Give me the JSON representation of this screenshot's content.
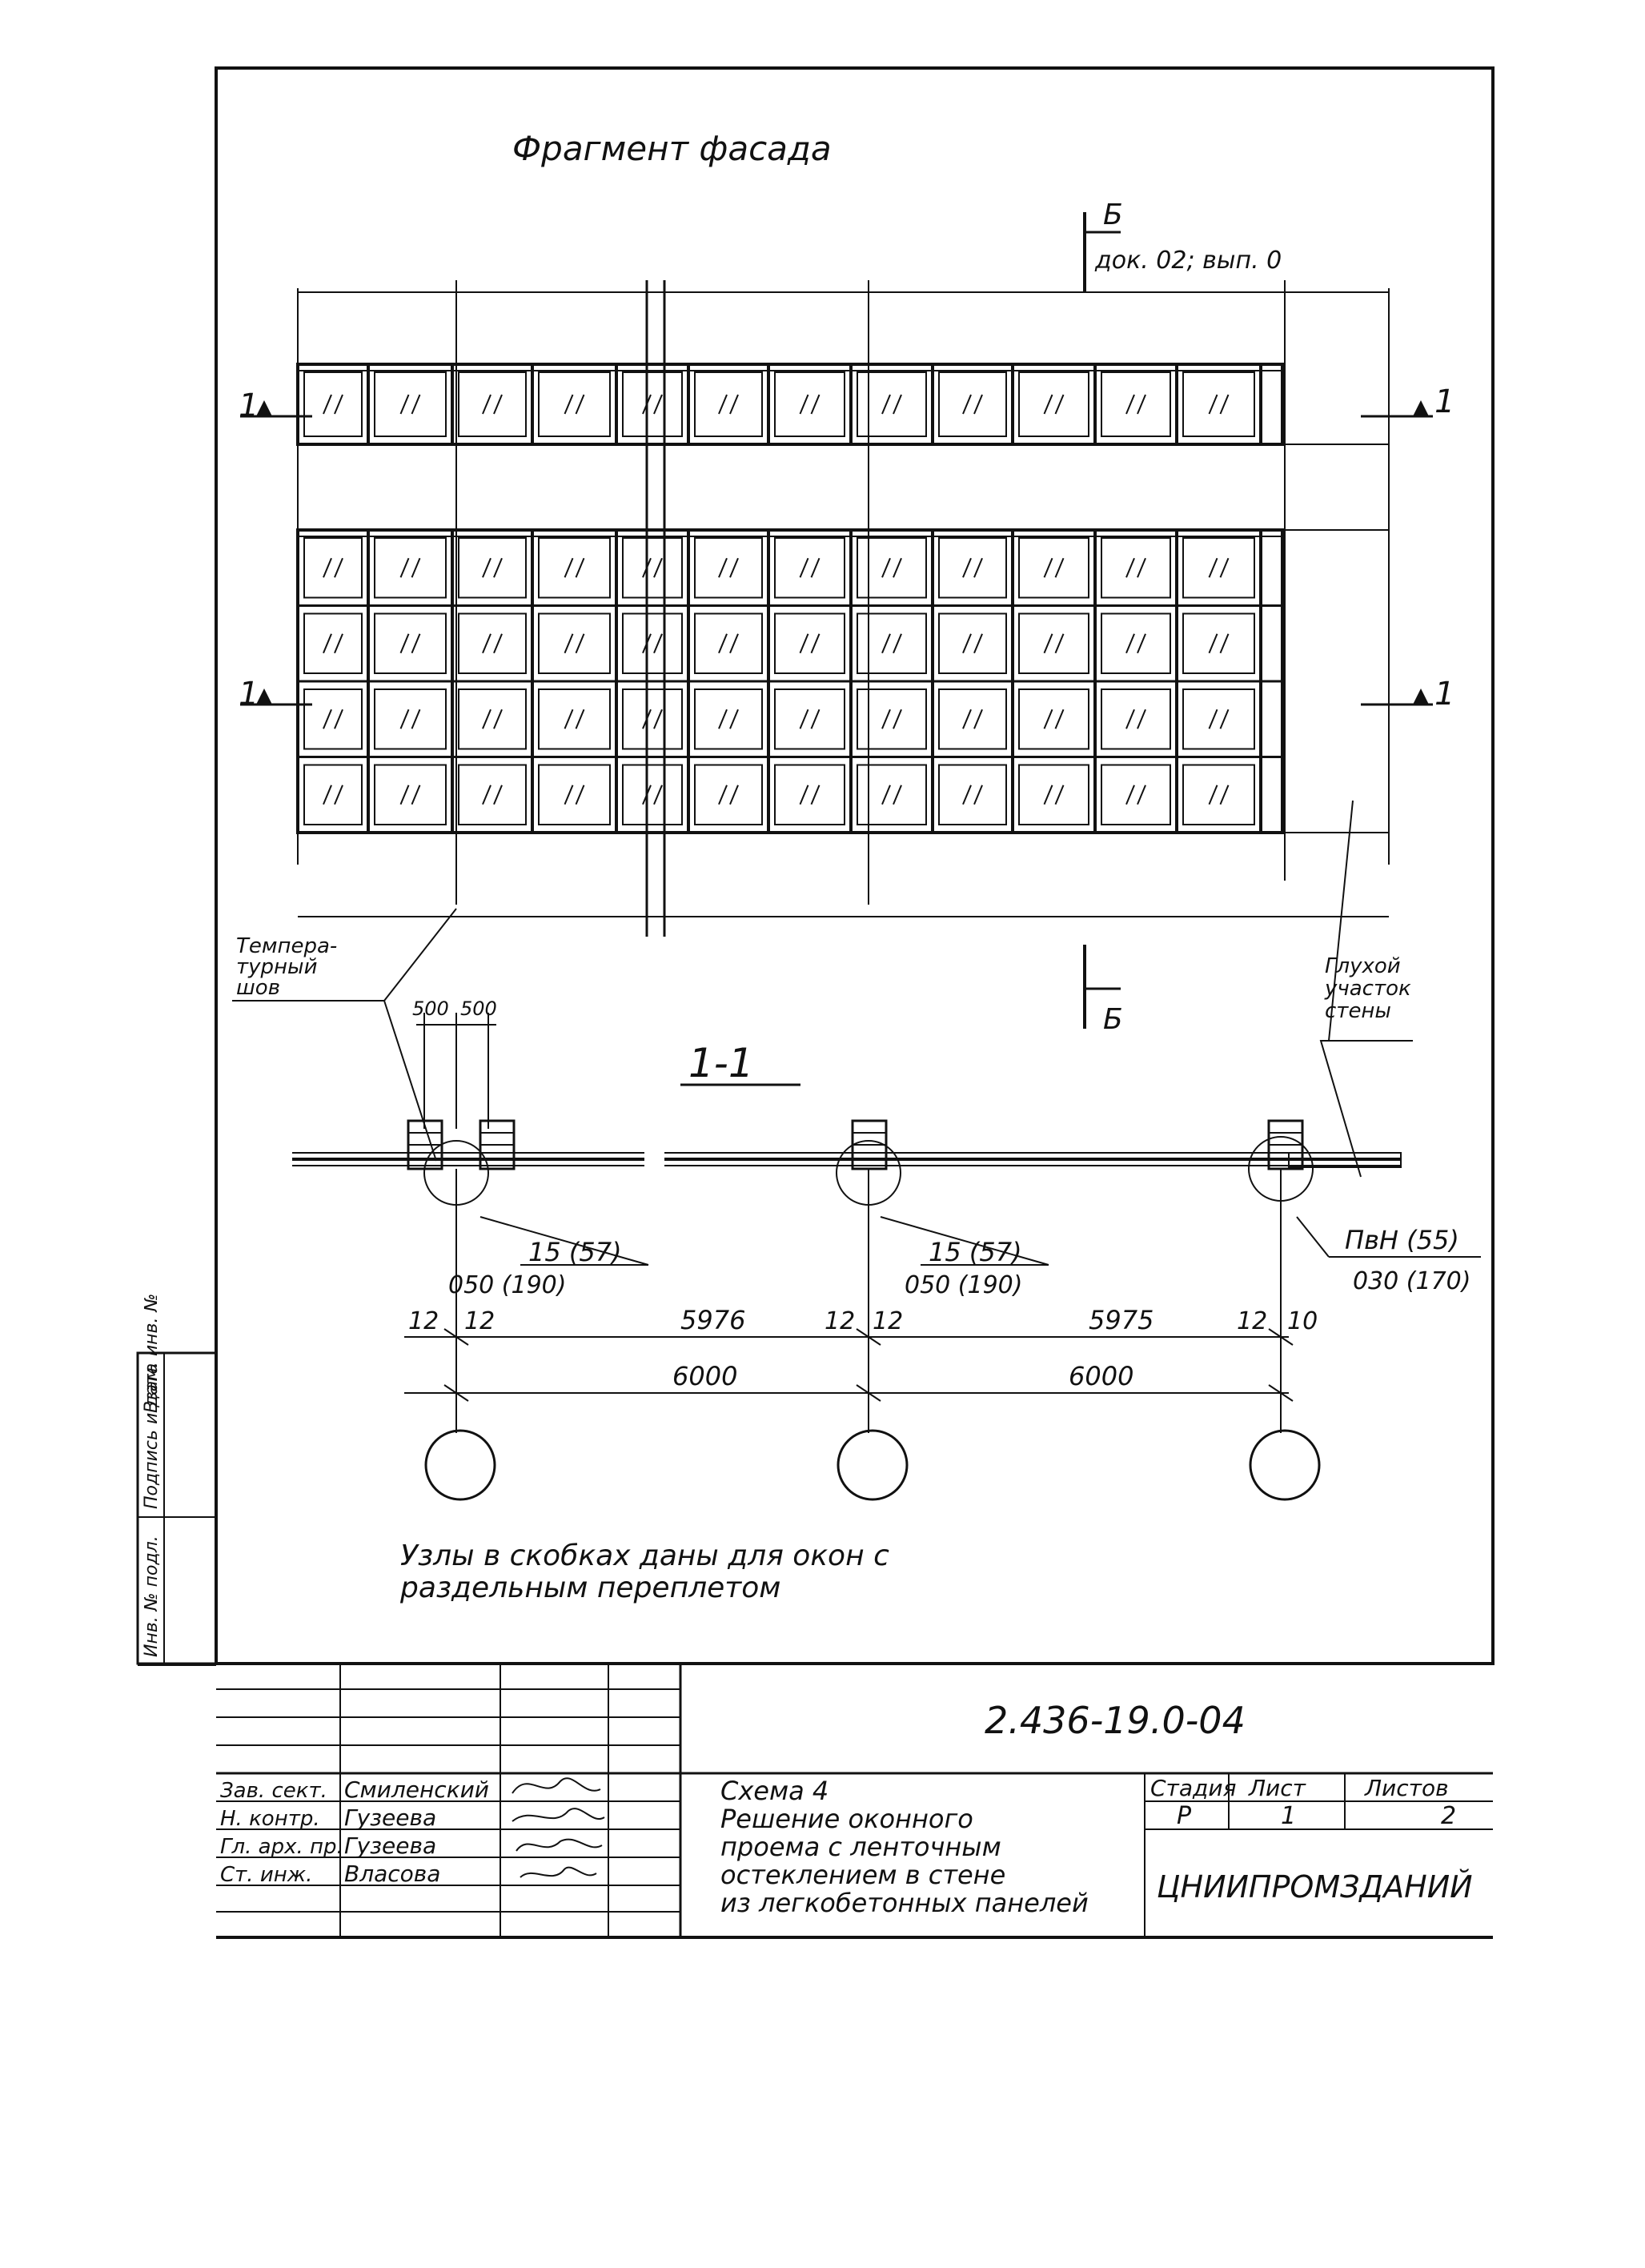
{
  "facade": {
    "title": "Фрагмент фасада",
    "section_b_label": "Б",
    "section_b_ref": "док. 02; вып. 0",
    "section_1_label": "1",
    "temp_joint_label": "Темпера-\nтурный\nшов",
    "blind_wall_label": "Глухой\nучасток\nстены"
  },
  "section": {
    "title": "1-1",
    "dim_top_1": "500",
    "dim_top_2": "500",
    "node_1_a": "15 (57)",
    "node_1_b": "050 (190)",
    "node_2_a": "15 (57)",
    "node_2_b": "050 (190)",
    "node_3_a": "ПвН (55)",
    "node_3_b": "030 (170)",
    "dims_row1": [
      "12",
      "12",
      "5976",
      "12",
      "12",
      "5975",
      "12",
      "10"
    ],
    "dims_row2": [
      "6000",
      "6000"
    ]
  },
  "note": "Узлы в скобках даны для окон с\nраздельным переплетом",
  "stamp": {
    "doc_code": "2.436-19.0-04",
    "roles": [
      "Зав. сект.",
      "Н. контр.",
      "Гл. арх. пр.",
      "Ст. инж."
    ],
    "names": [
      "Смиленский",
      "Гузеева",
      "Гузеева",
      "Власова"
    ],
    "desc": "Схема 4\nРешение оконного\nпроема с ленточным\nостеклением в стене\nиз легкобетонных панелей",
    "stage_header": "Стадия",
    "sheet_header": "Лист",
    "sheets_header": "Листов",
    "stage": "Р",
    "sheet": "1",
    "sheets": "2",
    "org": "ЦНИИПРОМЗДАНИЙ"
  },
  "side_stamp": [
    "Инв. № подл.",
    "Подпись и дата",
    "Взам. инв. №"
  ]
}
